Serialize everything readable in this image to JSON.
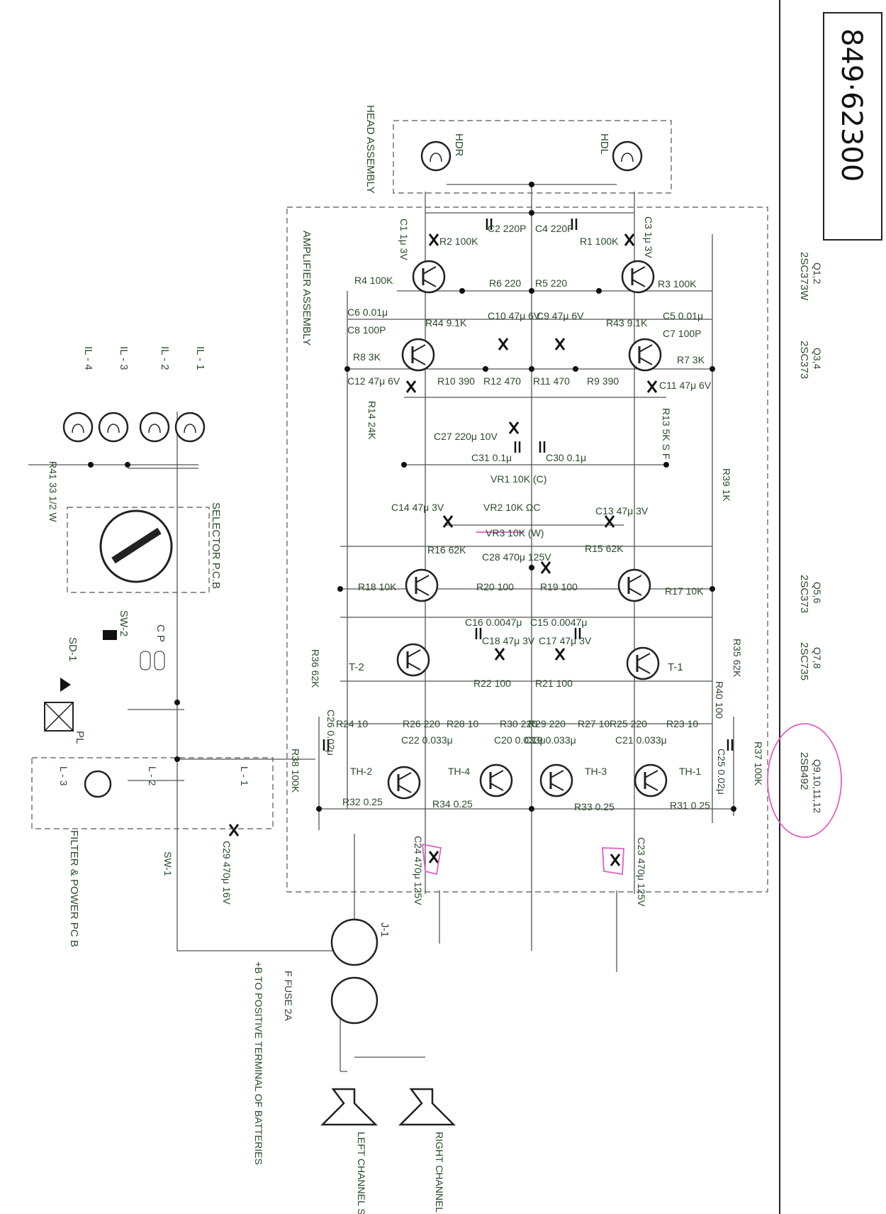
{
  "drawing_number": "849·62300",
  "blocks": {
    "head_assembly": "HEAD ASSEMBLY",
    "amplifier_assembly": "AMPLIFIER ASSEMBLY",
    "selector_pcb": "SELECTOR P.C.B",
    "filter_power_pcb": "FILTER & POWER PC B"
  },
  "heads": {
    "left": "HDL",
    "right": "HDR"
  },
  "transistor_types": [
    {
      "refs": "Q1,2",
      "type": "2SC373W"
    },
    {
      "refs": "Q3,4",
      "type": "2SC373"
    },
    {
      "refs": "Q5,6",
      "type": "2SC373"
    },
    {
      "refs": "Q7,8",
      "type": "2SC735"
    },
    {
      "refs": "Q9,10,11,12",
      "type": "2SB492"
    }
  ],
  "components": {
    "c1": "C1 1μ 3V",
    "c2": "C2 220P",
    "c3": "C3 1μ 3V",
    "c4": "C4 220P",
    "r2": "R2 100K",
    "r1": "R1 100K",
    "r4": "R4 100K",
    "r3": "R3 100K",
    "r6": "R6 220",
    "r5": "R5 220",
    "c6": "C6 0.01μ",
    "c5": "C5 0.01μ",
    "c8": "C8 100P",
    "c7": "C7 100P",
    "r44": "R44 9.1K",
    "r43": "R43 9.1K",
    "c10": "C10 47μ 6V",
    "c9": "C9 47μ 6V",
    "r8": "R8 3K",
    "r7": "R7 3K",
    "c12": "C12 47μ 6V",
    "c11": "C11 47μ 6V",
    "r10": "R10 390",
    "r12": "R12 470",
    "r11": "R11 470",
    "r9": "R9 390",
    "r14": "R14 24K",
    "r13": "R13 5K S F",
    "c27": "C27 220μ 10V",
    "c31": "C31 0.1μ",
    "c30": "C30 0.1μ",
    "vr1": "VR1 10K (C)",
    "c14": "C14 47μ 3V",
    "vr2": "VR2 10K ΩC",
    "c13": "C13 47μ 3V",
    "r39": "R39 1K",
    "vr3": "VR3 10K (W)",
    "r16": "R16 62K",
    "c28": "C28 470μ 125V",
    "r15": "R15 62K",
    "r18": "R18 10K",
    "r20": "R20 100",
    "r19": "R19 100",
    "r17": "R17 10K",
    "c16": "C16 0.0047μ",
    "c15": "C15 0.0047μ",
    "c18": "C18 47μ 3V",
    "c17": "C17 47μ 3V",
    "r36": "R36 62K",
    "r35": "R35 62K",
    "r22": "R22 100",
    "r21": "R21 100",
    "t2": "T-2",
    "t1": "T-1",
    "r40": "R40 100",
    "r24": "R24 10",
    "r26": "R26 220",
    "r28": "R28 10",
    "r30": "R30 220",
    "r29": "R29 220",
    "r27": "R27 10",
    "r25": "R25 220",
    "r23": "R23 10",
    "c22": "C22 0.033μ",
    "c20": "C20 0.033μ",
    "c19": "C19 0.033μ",
    "c21": "C21 0.033μ",
    "th2": "TH-2",
    "th4": "TH-4",
    "th3": "TH-3",
    "th1": "TH-1",
    "c26": "C26 0.02μ",
    "c25": "C25 0.02μ",
    "r38": "R38 100K",
    "r37": "R37 100K",
    "r32": "R32 0.25",
    "r34": "R34 0.25",
    "r33": "R33 0.25",
    "r31": "R31 0.25",
    "c24": "C24 470μ 125V",
    "c23": "C23 470μ 125V",
    "il1": "IL - 1",
    "il2": "IL - 2",
    "il3": "IL - 3",
    "il4": "IL - 4",
    "r41": "R41 33 1/2 W",
    "sd1": "SD-1",
    "sw2": "SW-2",
    "cp": "C P",
    "pl": "PL",
    "l3": "L - 3",
    "l2": "L - 2",
    "l1": "L - 1",
    "c29": "C29 470μ 16V",
    "sw1": "SW-1",
    "j1": "J-1",
    "fuse": "F FUSE 2A",
    "battery": "+B TO POSITIVE TERMINAL OF BATTERIES",
    "left_speaker": "LEFT CHANNEL SPEAKER",
    "right_speaker": "RIGHT CHANNEL SPEAKER"
  }
}
